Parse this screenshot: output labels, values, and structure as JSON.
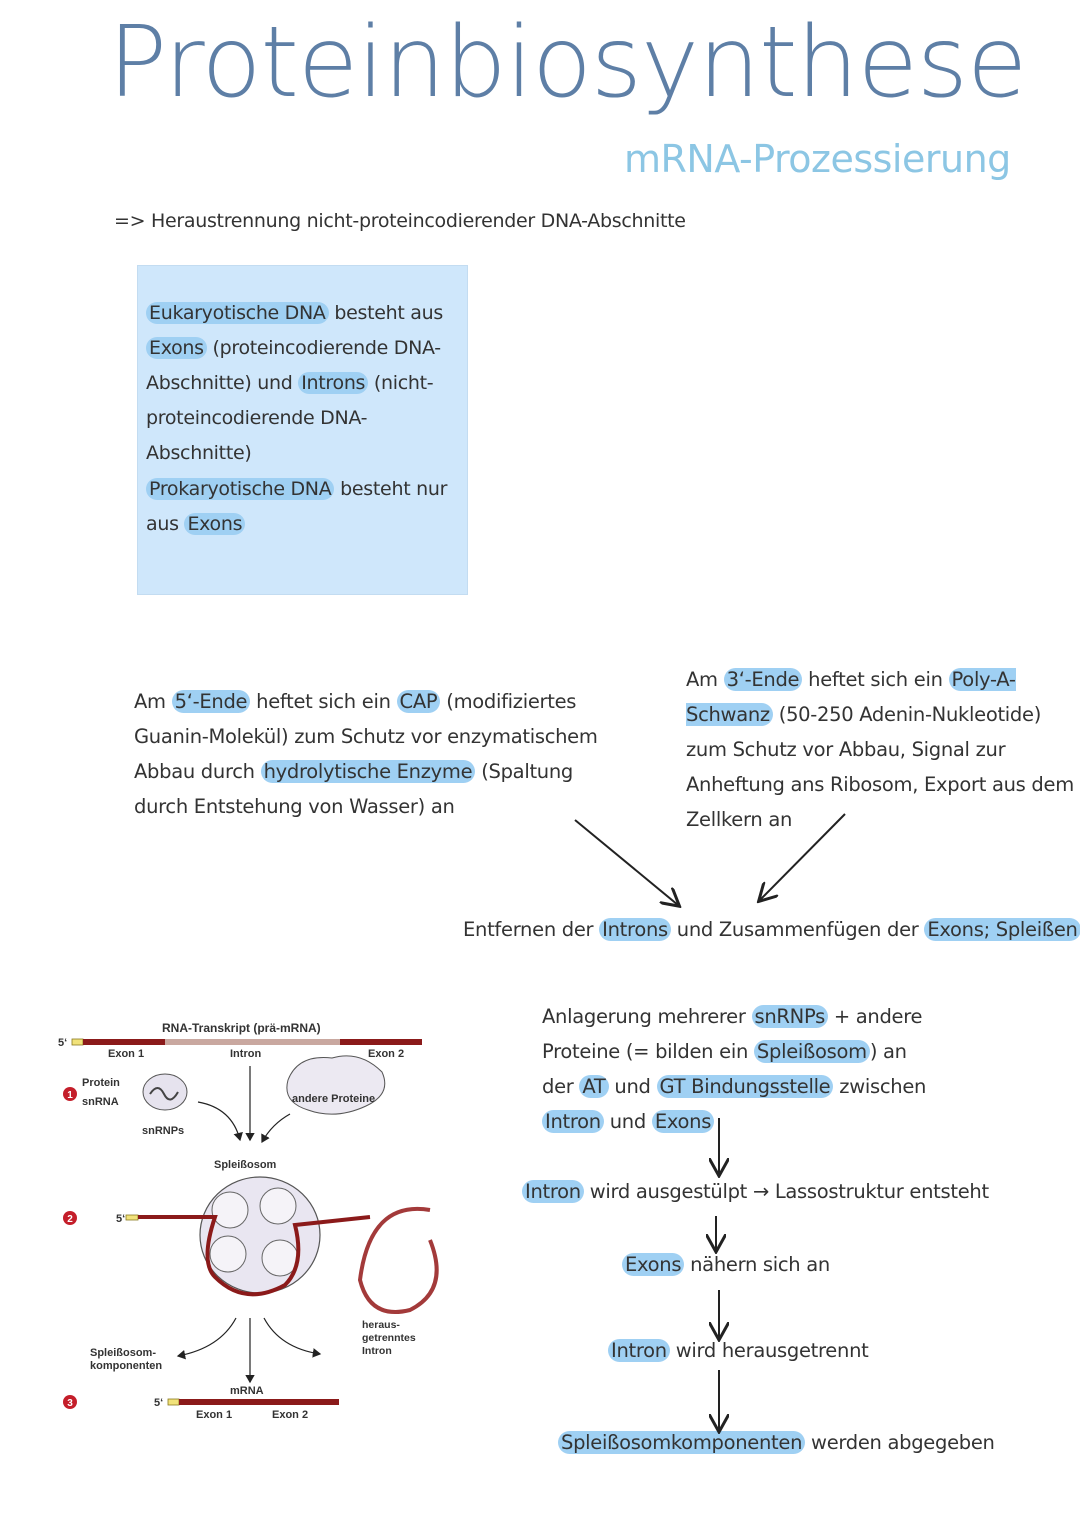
{
  "title": "Proteinbiosynthese",
  "subtitle": "mRNA-Prozessierung",
  "intro": "=> Heraustrennung nicht-proteincodierender DNA-Abschnitte",
  "infobox": {
    "eukaryotic": {
      "t1": "Eukaryotische DNA",
      "t2": " besteht aus ",
      "t3": "Exons",
      "t4": " (proteincodierende DNA-Abschnitte) und ",
      "t5": "Introns",
      "t6": " (nicht-proteincodierende DNA-Abschnitte)"
    },
    "prokaryotic": {
      "t1": "Prokaryotische DNA",
      "t2": " besteht nur aus ",
      "t3": "Exons"
    }
  },
  "five_end": {
    "t1": "Am ",
    "t2": "5‘-Ende",
    "t3": " heftet sich ein ",
    "t4": "CAP",
    "t5": " (modifiziertes Guanin-Molekül) zum Schutz vor enzymatischem Abbau durch ",
    "t6": "hydrolytische Enzyme",
    "t7": " (Spaltung durch Entstehung von Wasser) an"
  },
  "three_end": {
    "t1": "Am ",
    "t2": "3‘-Ende",
    "t3": " heftet sich ein ",
    "t4": "Poly-A-Schwanz",
    "t5": " (50-250 Adenin-Nukleotide) zum Schutz vor Abbau, Signal zur Anheftung ans Ribosom, Export aus dem Zellkern an"
  },
  "splicing": {
    "t1": "Entfernen der ",
    "t2": "Introns",
    "t3": " und Zusammenfügen der ",
    "t4": "Exons; Spleißen"
  },
  "steps": {
    "s1": {
      "t1": "Anlagerung mehrerer ",
      "t2": "snRNPs",
      "t3": " + andere Proteine (= bilden ein ",
      "t4": "Spleißosom",
      "t5": ") an der ",
      "t6": "AT",
      "t7": " und ",
      "t8": "GT Bindungsstelle",
      "t9": " zwischen ",
      "t10": "Intron",
      "t11": " und ",
      "t12": "Exons"
    },
    "s2": {
      "t1": "Intron",
      "t2": " wird ausgestülpt → Lassostruktur entsteht"
    },
    "s3": {
      "t1": "Exons",
      "t2": " nähern sich an"
    },
    "s4": {
      "t1": "Intron",
      "t2": " wird herausgetrennt"
    },
    "s5": {
      "t1": "Spleißosomkomponenten",
      "t2": " werden abgegeben"
    }
  },
  "diagram": {
    "transcript_label": "RNA-Transkript (prä-mRNA)",
    "five_prime": "5‘",
    "exon1": "Exon 1",
    "intron": "Intron",
    "exon2": "Exon 2",
    "step1": "1",
    "step2": "2",
    "step3": "3",
    "protein": "Protein",
    "snrna": "snRNA",
    "snrnps": "snRNPs",
    "other_proteins": "andere Proteine",
    "spliceosome": "Spleißosom",
    "spliceosome_components_1": "Spleißosom-",
    "spliceosome_components_2": "komponenten",
    "excised_1": "heraus-",
    "excised_2": "getrenntes",
    "excised_3": "Intron",
    "mrna": "mRNA",
    "mrna_exon1": "Exon 1",
    "mrna_exon2": "Exon 2"
  },
  "colors": {
    "title": "#5e7fa6",
    "subtitle": "#8cc6e4",
    "highlight": "#9fd0f3",
    "box": "#cfe7fb",
    "rna": "#8b1a1a"
  }
}
